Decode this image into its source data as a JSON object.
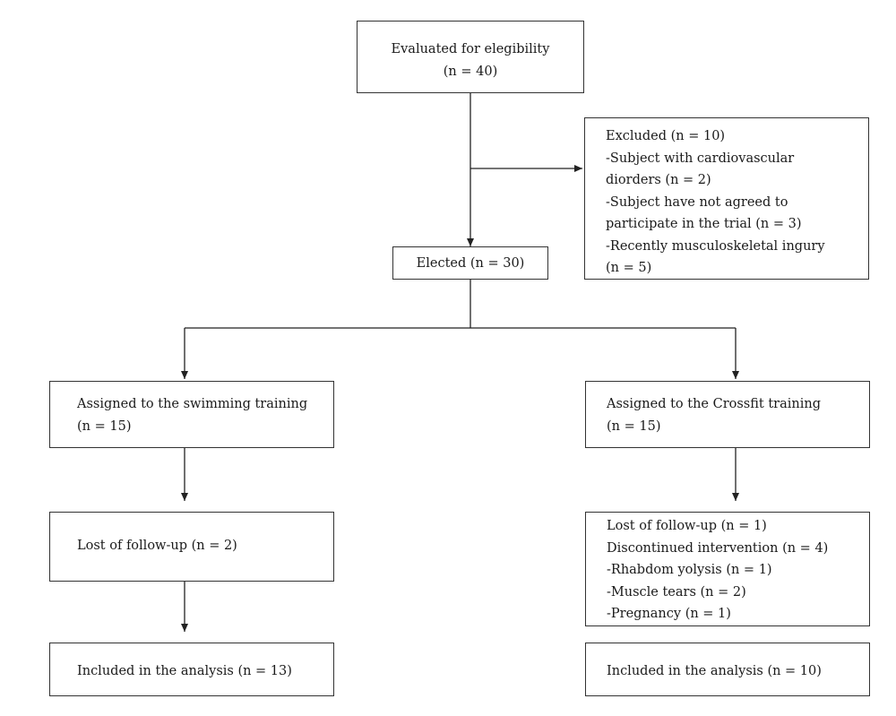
{
  "evaluated": {
    "line1": "Evaluated for elegibility",
    "line2": "(n = 40)"
  },
  "excluded": {
    "lines": [
      "Excluded (n = 10)",
      "-Subject with cardiovascular",
      "diorders (n = 2)",
      "-Subject have not agreed to",
      "participate in the trial (n = 3)",
      "-Recently musculoskeletal ingury",
      "(n = 5)"
    ]
  },
  "elected": {
    "label": "Elected (n = 30)"
  },
  "swimming": {
    "assigned": {
      "line1": "Assigned to the swimming training",
      "line2": "(n = 15)"
    },
    "lost": {
      "label": "Lost of follow-up (n = 2)"
    },
    "included": {
      "label": "Included in the analysis (n = 13)"
    }
  },
  "crossfit": {
    "assigned": {
      "line1": "Assigned to the Crossfit training",
      "line2": "(n = 15)"
    },
    "lost": {
      "lines": [
        "Lost of follow-up (n = 1)",
        "Discontinued intervention (n = 4)",
        "-Rhabdom yolysis (n = 1)",
        "-Muscle tears (n = 2)",
        "-Pregnancy (n = 1)"
      ]
    },
    "included": {
      "label": "Included in the analysis (n = 10)"
    }
  }
}
